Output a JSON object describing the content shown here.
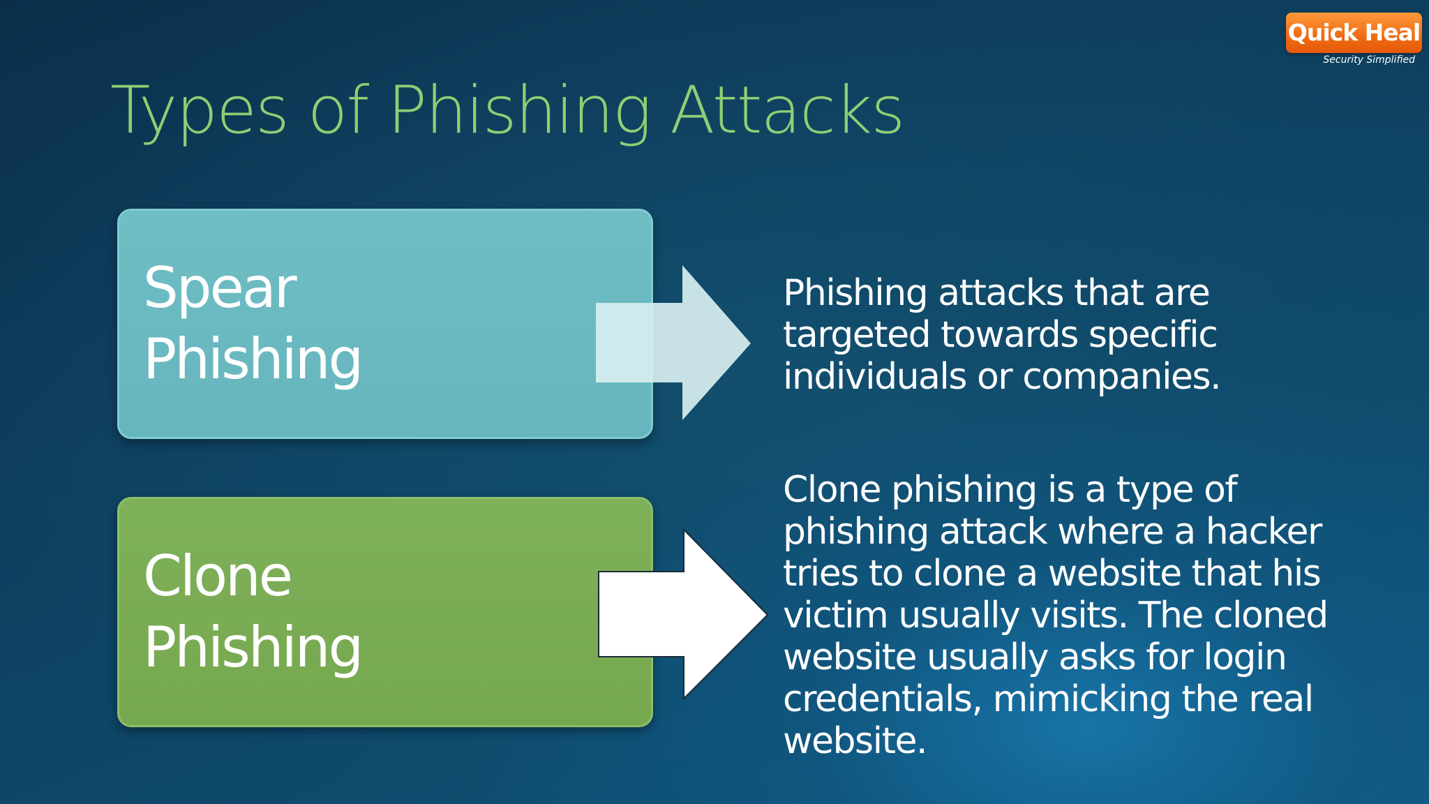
{
  "slide": {
    "title": "Types of Phishing Attacks",
    "title_color": "#8fce74",
    "logo": {
      "name": "Quick Heal",
      "tagline": "Security Simplified",
      "color": "#f27a1a"
    },
    "items": [
      {
        "label_lines": [
          "Spear",
          "Phishing"
        ],
        "box_color": "#6cbac1",
        "arrow_color": "#d8eef0",
        "description_lines": [
          "Phishing attacks that are",
          "targeted towards specific",
          "individuals or companies."
        ]
      },
      {
        "label_lines": [
          "Clone",
          "Phishing"
        ],
        "box_color": "#7aac53",
        "arrow_color": "#ffffff",
        "description_lines": [
          "Clone phishing is a type of",
          "phishing attack where a hacker",
          "tries to clone a website that his",
          "victim usually visits. The cloned",
          "website usually asks for login",
          "credentials, mimicking the real",
          "website."
        ]
      }
    ]
  }
}
